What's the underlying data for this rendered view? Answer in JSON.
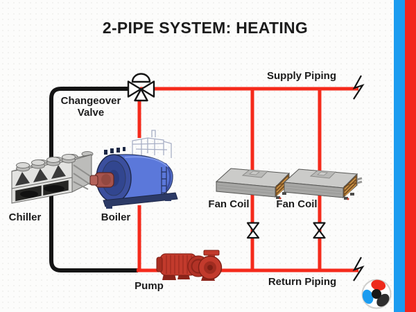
{
  "title": "2-PIPE SYSTEM: HEATING",
  "labels": {
    "changeover_line1": "Changeover",
    "changeover_line2": "Valve",
    "supply": "Supply Piping",
    "return": "Return Piping",
    "chiller": "Chiller",
    "boiler": "Boiler",
    "fan_coil_left": "Fan Coil",
    "fan_coil_right": "Fan Coil",
    "pump": "Pump"
  },
  "colors": {
    "bg": "#fcfcfb",
    "text": "#1c1c1c",
    "pipe_hot": "#f52a1b",
    "pipe_cold": "#141414",
    "stripe_blue": "#1b9cf0",
    "stripe_red": "#f3241c",
    "boiler_blue": "#5b78da",
    "pump_red": "#c23a2c",
    "equipment_gray": "#d6d6d4",
    "coil_copper": "#d79b4a"
  },
  "icons": {
    "changeover_valve": "three-way-valve-icon",
    "zone_valve": "two-way-valve-icon",
    "pipe_break": "pipe-break-icon",
    "logo": "fan-logo-icon"
  }
}
